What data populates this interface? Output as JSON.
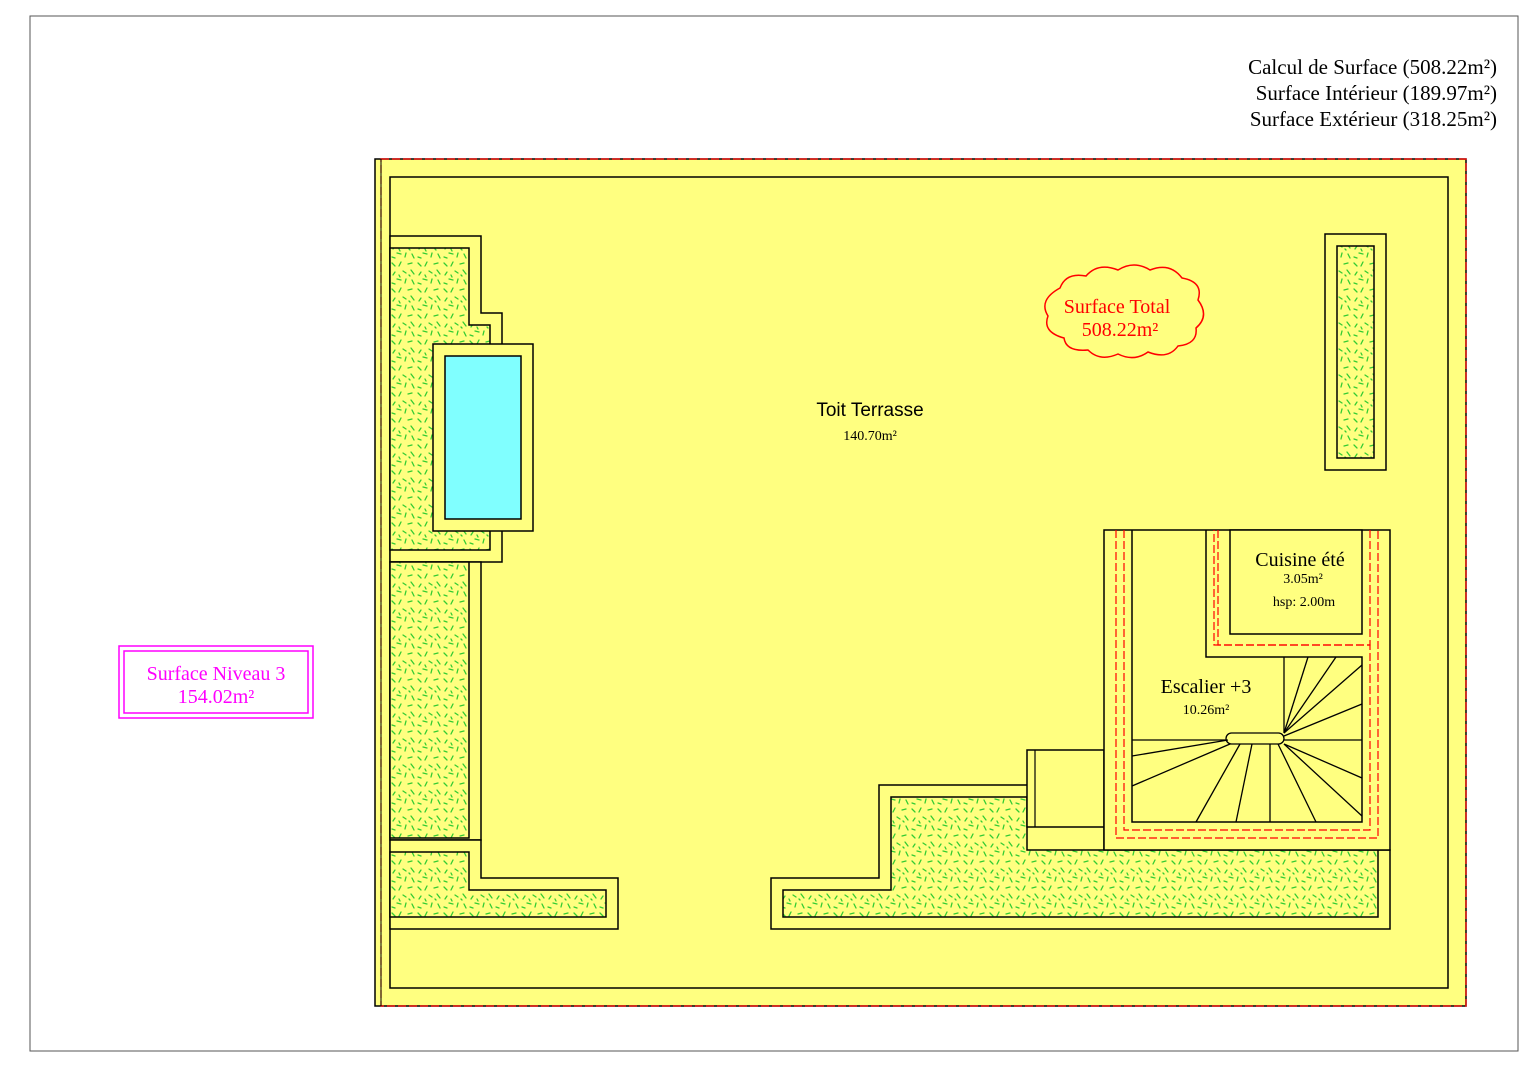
{
  "summary": {
    "total": "Calcul de Surface (508.22m²)",
    "interior": "Surface Intérieur (189.97m²)",
    "exterior": "Surface Extérieur (318.25m²)"
  },
  "cloud": {
    "title": "Surface Total",
    "value": "508.22m²"
  },
  "level_box": {
    "title": "Surface Niveau 3",
    "value": "154.02m²"
  },
  "rooms": {
    "terrace": {
      "name": "Toit Terrasse",
      "area": "140.70m²"
    },
    "kitchen": {
      "name": "Cuisine été",
      "area": "3.05m²",
      "height": "hsp: 2.00m"
    },
    "stairs": {
      "name": "Escalier +3",
      "area": "10.26m²"
    }
  },
  "colors": {
    "terrace_fill": "#ffff80",
    "planter_fill": "#ffff80",
    "planter_pattern": "#33cc33",
    "pool_fill": "#80ffff",
    "boundary": "#ff0000",
    "cloud_text": "#ff0000",
    "level_text": "#ff00ff",
    "line": "#000000"
  }
}
